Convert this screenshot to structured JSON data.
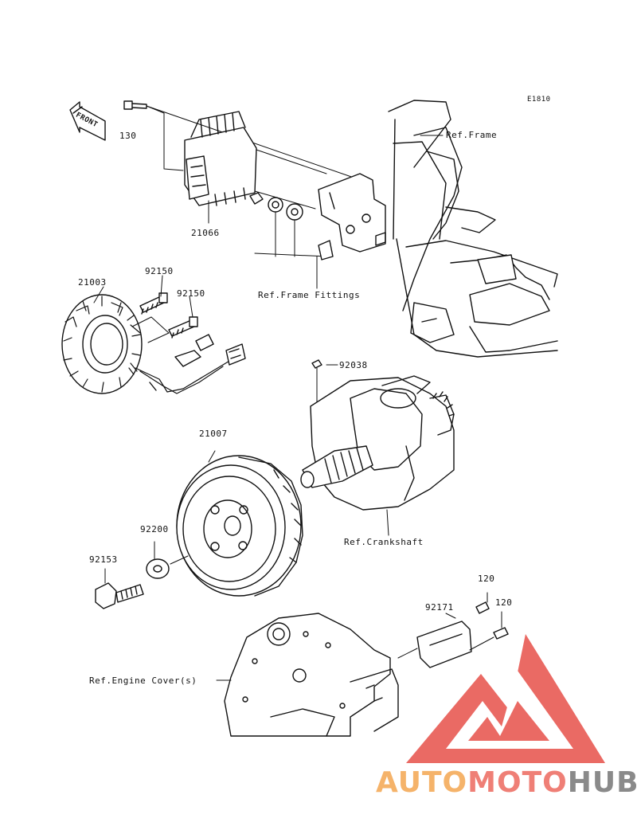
{
  "diagram_code": "E1810",
  "front_badge": "FRONT",
  "part_numbers": {
    "bolt_top": "130",
    "regulator": "21066",
    "stator": "21003",
    "bolt_a": "92150",
    "bolt_b": "92150",
    "key": "92038",
    "rotor": "21007",
    "washer": "92200",
    "rotor_bolt": "92153",
    "cover_plate": "92171",
    "screw_a": "120",
    "screw_b": "120"
  },
  "references": {
    "frame": "Ref.Frame",
    "frame_fittings": "Ref.Frame Fittings",
    "crankshaft": "Ref.Crankshaft",
    "engine_cover": "Ref.Engine Cover(s)"
  },
  "watermark": {
    "text_a": "AUTO",
    "text_b": "MOTO",
    "text_c": "HUB",
    "colors": {
      "auto": "#f5b36a",
      "moto": "#ef7f76",
      "hub": "#8a8a8a",
      "triangle": "#ea5a55"
    }
  }
}
